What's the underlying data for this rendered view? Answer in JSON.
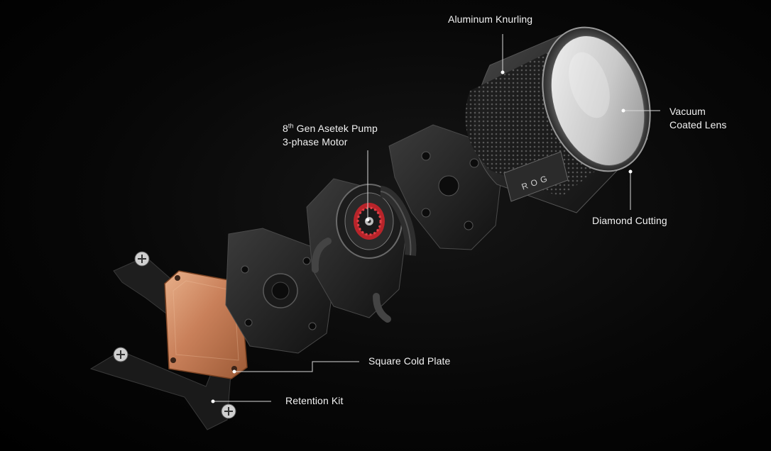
{
  "callouts": {
    "aluminum_knurling": "Aluminum Knurling",
    "vacuum_lens_line1": "Vacuum",
    "vacuum_lens_line2": "Coated Lens",
    "pump_gen_number": "8",
    "pump_gen_suffix": "th",
    "pump_line1_rest": " Gen Asetek Pump",
    "pump_line2": "3-phase Motor",
    "diamond_cutting": "Diamond Cutting",
    "square_cold_plate": "Square Cold Plate",
    "retention_kit": "Retention Kit"
  },
  "cover_logo_text": "ROG",
  "colors": {
    "background": "#000000",
    "label_text": "#f2f2f2",
    "leader_line": "#d8d8d8",
    "copper": "#d08a5e",
    "motor_accent": "#c8242a"
  }
}
